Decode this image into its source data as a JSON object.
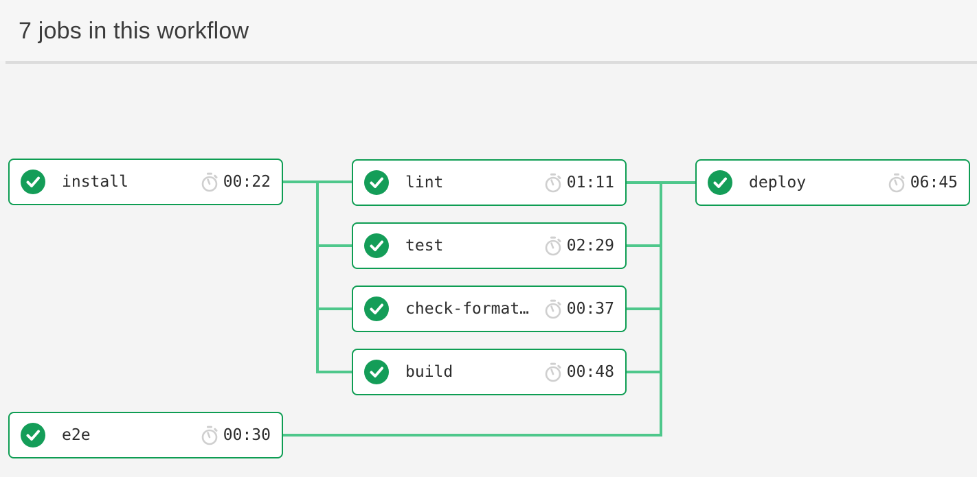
{
  "header": {
    "title": "7 jobs in this workflow"
  },
  "jobs": [
    {
      "name": "install",
      "duration": "00:22",
      "status": "success"
    },
    {
      "name": "lint",
      "duration": "01:11",
      "status": "success"
    },
    {
      "name": "test",
      "duration": "02:29",
      "status": "success"
    },
    {
      "name": "check-format…",
      "duration": "00:37",
      "status": "success"
    },
    {
      "name": "build",
      "duration": "00:48",
      "status": "success"
    },
    {
      "name": "deploy",
      "duration": "06:45",
      "status": "success"
    },
    {
      "name": "e2e",
      "duration": "00:30",
      "status": "success"
    }
  ],
  "edges": [
    {
      "from": "install",
      "to": "lint"
    },
    {
      "from": "install",
      "to": "test"
    },
    {
      "from": "install",
      "to": "check-format…"
    },
    {
      "from": "install",
      "to": "build"
    },
    {
      "from": "lint",
      "to": "deploy"
    },
    {
      "from": "test",
      "to": "deploy"
    },
    {
      "from": "check-format…",
      "to": "deploy"
    },
    {
      "from": "build",
      "to": "deploy"
    },
    {
      "from": "e2e",
      "to": "deploy"
    }
  ],
  "icons": {
    "status": "check-circle-icon",
    "duration": "stopwatch-icon"
  },
  "colors": {
    "page_bg": "#f4f4f4",
    "card_bg": "#ffffff",
    "border_green": "#0e9d53",
    "success_green": "#149d58",
    "connector_green": "#4ec78b",
    "text_dark": "#2d2d2d",
    "timer_gray": "#cfcfcf",
    "header_text": "#3c3c3c",
    "divider": "#dcdcdc"
  }
}
